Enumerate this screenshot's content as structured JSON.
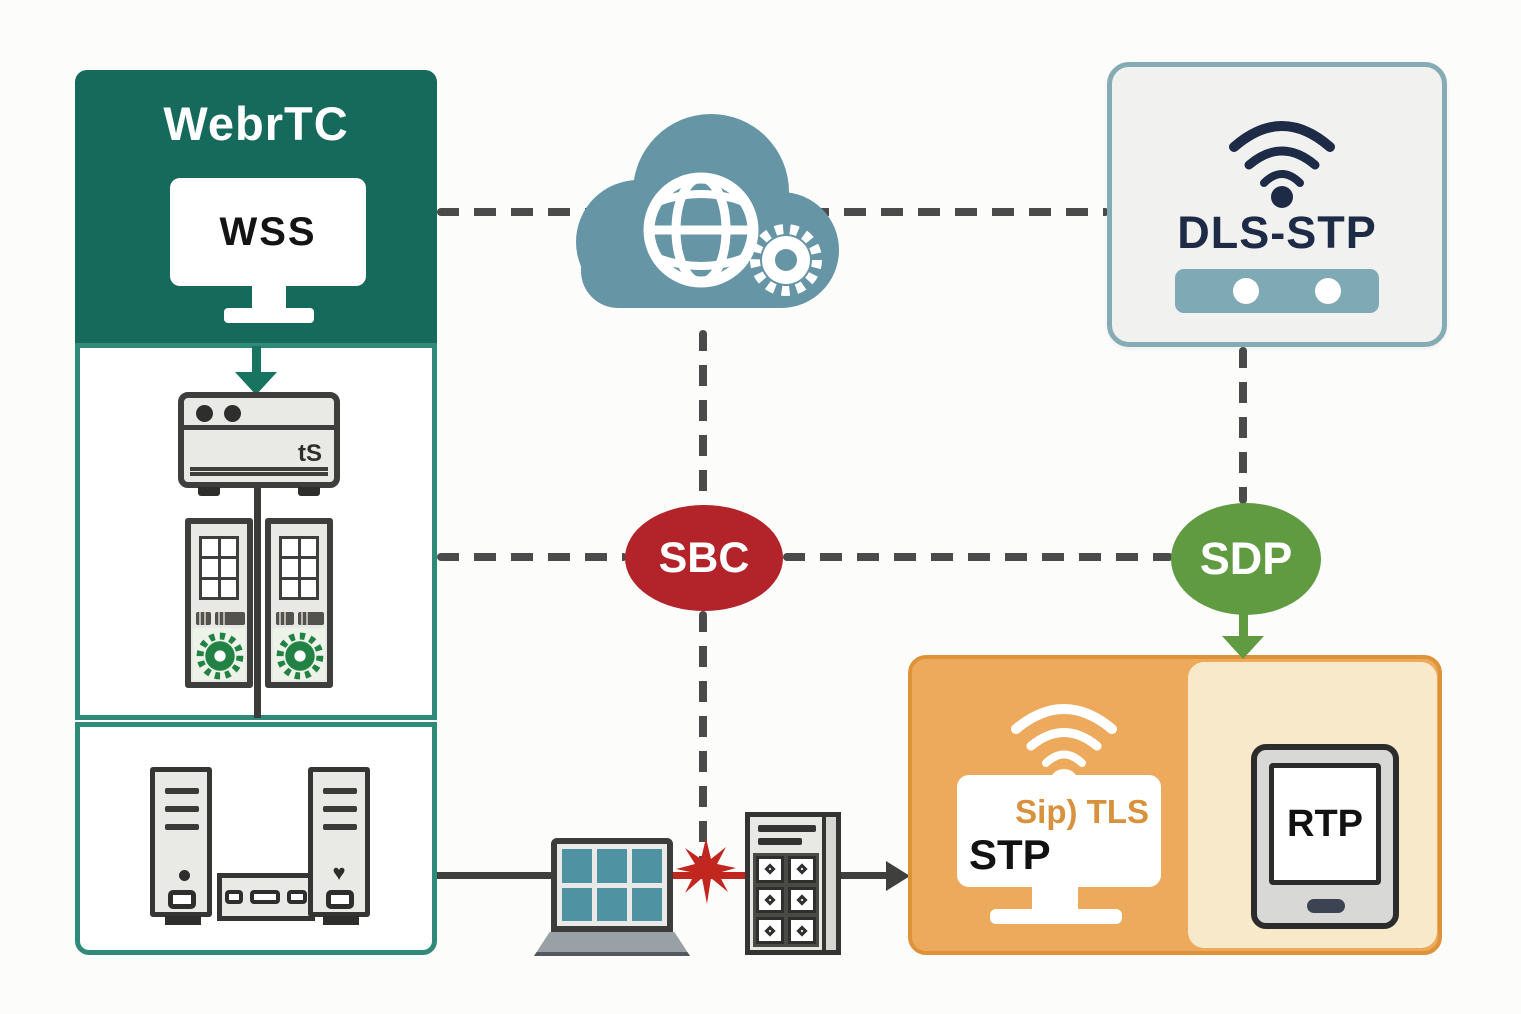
{
  "webrtc": {
    "title": "WebrTC",
    "screen_label": "WSS",
    "appliance_marking": "tS"
  },
  "dls": {
    "label": "DLS-STP"
  },
  "nodes": {
    "sbc": "SBC",
    "sdp": "SDP"
  },
  "endpoint": {
    "overlay_label": "Sip) TLS",
    "screen_label": "STP",
    "tablet_label": "RTP"
  },
  "icons": [
    "monitor-icon",
    "cloud-icon",
    "globe-icon",
    "gear-icon",
    "wifi-icon",
    "router-icon",
    "media-appliance-icon",
    "server-module-icon",
    "tower-pc-icon",
    "hub-icon",
    "laptop-icon",
    "burst-icon",
    "cabinet-icon",
    "tablet-icon",
    "heart-icon",
    "arrow-icon"
  ],
  "colors": {
    "webrtc_header": "#156a5c",
    "panel_border_teal": "#2f8b77",
    "cloud_blue": "#6695a6",
    "dls_border": "#85acb4",
    "dls_text_navy": "#1d2b47",
    "sbc_red": "#b2232a",
    "sdp_green": "#609b42",
    "endpoint_orange": "#edaa5c",
    "endpoint_panel_cream": "#f9e9cb",
    "endpoint_border": "#df9338",
    "sip_tls_orange": "#d8913c",
    "red_link": "#c2271f",
    "dark_line": "#3f3f3d",
    "laptop_cell_teal": "#4f93a3",
    "module_gear_green": "#218243"
  }
}
